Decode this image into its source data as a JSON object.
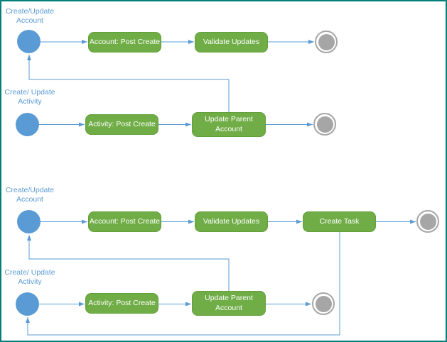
{
  "colors": {
    "border": "#037F79",
    "accent_blue": "#5B9BD5",
    "green": "#70AD47",
    "green_border": "#62A03C",
    "gray": "#A6A6A6",
    "background": "#FFFFFF"
  },
  "top": {
    "account": {
      "label_line1": "Create/Update",
      "label_line2": "Account",
      "step1": "Account: Post Create",
      "step2": "Validate Updates"
    },
    "activity": {
      "label_line1": "Create/ Update",
      "label_line2": "Activity",
      "step1": "Activity: Post Create",
      "step2": "Update Parent Account"
    }
  },
  "bottom": {
    "account": {
      "label_line1": "Create/Update",
      "label_line2": "Account",
      "step1": "Account: Post Create",
      "step2": "Validate Updates",
      "step3": "Create Task"
    },
    "activity": {
      "label_line1": "Create/ Update",
      "label_line2": "Activity",
      "step1": "Activity: Post Create",
      "step2": "Update Parent Account"
    }
  }
}
